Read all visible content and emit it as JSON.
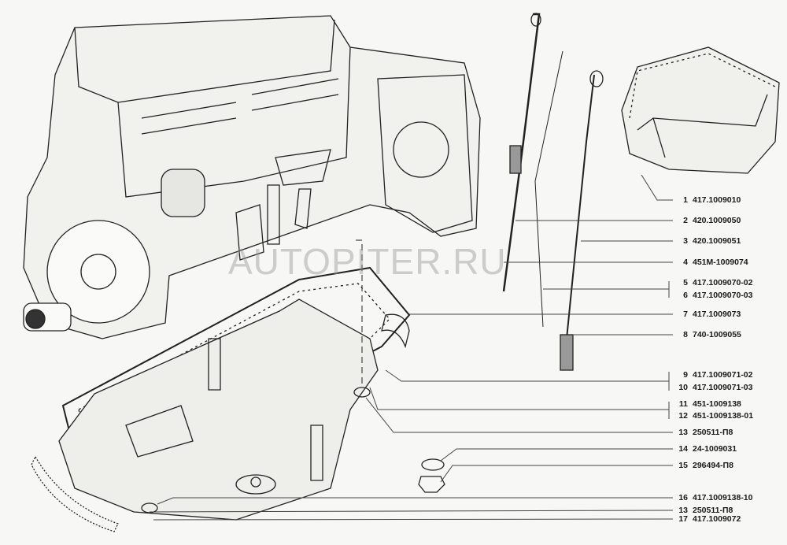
{
  "watermark": "AUTOPITER.RU",
  "callouts": [
    {
      "num": "1",
      "part": "417.1009010"
    },
    {
      "num": "2",
      "part": "420.1009050"
    },
    {
      "num": "3",
      "part": "420.1009051"
    },
    {
      "num": "4",
      "part": "451M-1009074"
    },
    {
      "num": "5",
      "part": "417.1009070-02"
    },
    {
      "num": "6",
      "part": "417.1009070-03"
    },
    {
      "num": "7",
      "part": "417.1009073"
    },
    {
      "num": "8",
      "part": "740-1009055"
    },
    {
      "num": "9",
      "part": "417.1009071-02"
    },
    {
      "num": "10",
      "part": "417.1009071-03"
    },
    {
      "num": "11",
      "part": "451-1009138"
    },
    {
      "num": "12",
      "part": "451-1009138-01"
    },
    {
      "num": "13",
      "part": "250511-П8"
    },
    {
      "num": "14",
      "part": "24-1009031"
    },
    {
      "num": "15",
      "part": "296494-П8"
    },
    {
      "num": "16",
      "part": "417.1009138-10"
    },
    {
      "num": "13",
      "part": "250511-П8"
    },
    {
      "num": "17",
      "part": "417.1009072"
    }
  ]
}
